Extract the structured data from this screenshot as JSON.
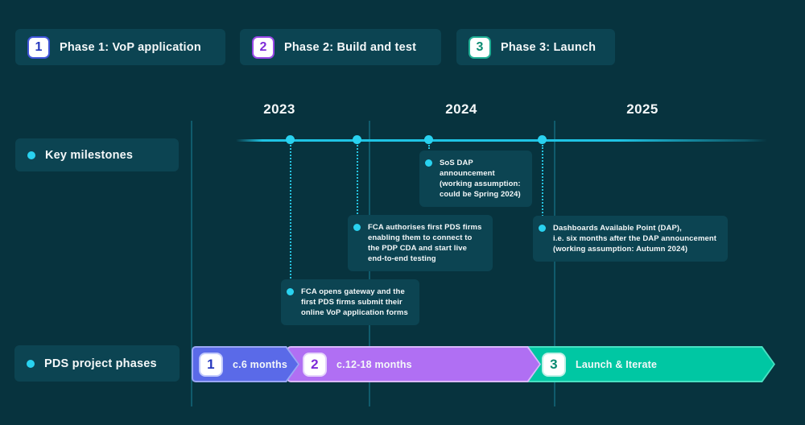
{
  "legend": {
    "items": [
      {
        "number": "1",
        "label": "Phase 1: VoP application"
      },
      {
        "number": "2",
        "label": "Phase 2: Build and test"
      },
      {
        "number": "3",
        "label": "Phase 3: Launch"
      }
    ]
  },
  "years": [
    "2023",
    "2024",
    "2025"
  ],
  "milestones": {
    "row_label": "Key milestones",
    "items": [
      {
        "id": "fca-opens-gateway",
        "year_position": "2023",
        "text": "FCA opens gateway and the\nfirst PDS firms submit their\nonline VoP application forms"
      },
      {
        "id": "fca-authorises-firms",
        "year_position": "2023-2024",
        "text": "FCA authorises first PDS firms\nenabling them to connect to\nthe PDP CDA and start live\nend-to-end testing"
      },
      {
        "id": "sos-dap-announcement",
        "year_position": "2024",
        "text": "SoS DAP\nannouncement\n(working assumption:\ncould be Spring 2024)"
      },
      {
        "id": "dashboards-available-point",
        "year_position": "2024-2025",
        "text": "Dashboards Available Point (DAP),\ni.e. six months after the DAP announcement\n(working assumption: Autumn 2024)"
      }
    ]
  },
  "phases": {
    "row_label": "PDS project phases",
    "bars": [
      {
        "number": "1",
        "label": "c.6 months"
      },
      {
        "number": "2",
        "label": "c.12-18 months"
      },
      {
        "number": "3",
        "label": "Launch & Iterate"
      }
    ]
  },
  "colors": {
    "background": "#07333e",
    "panel": "#0c4452",
    "accent_cyan": "#29d2f0",
    "phase1_blue": "#5a6ae8",
    "phase2_purple": "#b06ff3",
    "phase3_teal": "#00c7a3"
  }
}
